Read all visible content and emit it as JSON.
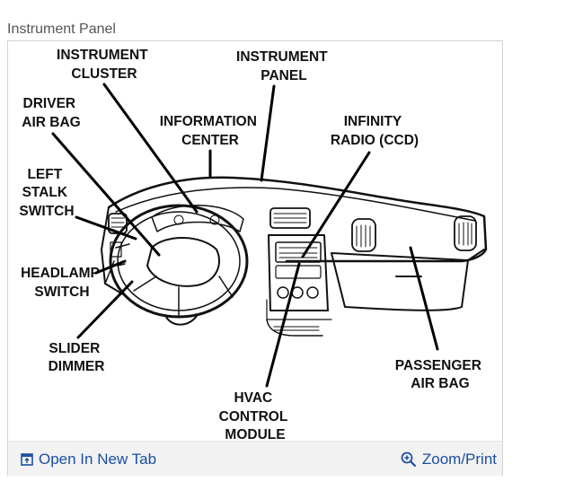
{
  "page": {
    "title": "Instrument Panel"
  },
  "diagram": {
    "labels": {
      "instrument_cluster": [
        "INSTRUMENT",
        "CLUSTER"
      ],
      "instrument_panel": [
        "INSTRUMENT",
        "PANEL"
      ],
      "driver_air_bag": [
        "DRIVER",
        "AIR BAG"
      ],
      "information_center": [
        "INFORMATION",
        "CENTER"
      ],
      "infinity_radio": [
        "INFINITY",
        "RADIO (CCD)"
      ],
      "left_stalk_switch": [
        "LEFT",
        "STALK",
        "SWITCH"
      ],
      "headlamp_switch": [
        "HEADLAMP",
        "SWITCH"
      ],
      "slider_dimmer": [
        "SLIDER",
        "DIMMER"
      ],
      "passenger_air_bag": [
        "PASSENGER",
        "AIR BAG"
      ],
      "hvac_control_module": [
        "HVAC",
        "CONTROL",
        "MODULE"
      ]
    }
  },
  "footer": {
    "open_new_tab": "Open In New Tab",
    "zoom_print": "Zoom/Print",
    "link_color": "#1a4fa3"
  }
}
